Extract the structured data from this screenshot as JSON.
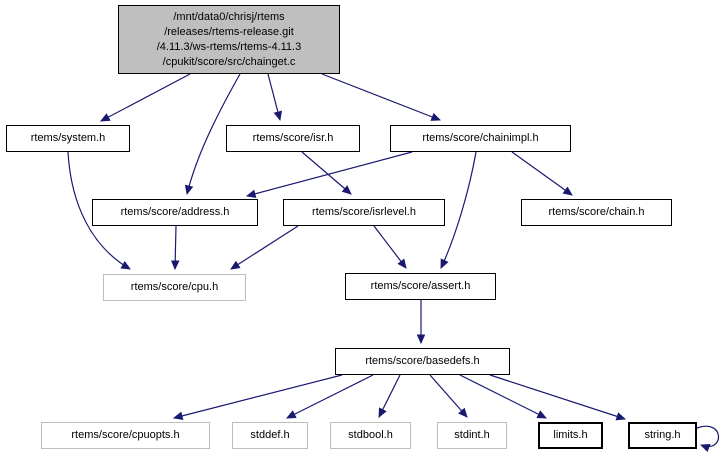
{
  "diagram": {
    "kind": "include-dependency-graph",
    "root": {
      "id": "chainget.c",
      "label_lines": [
        "/mnt/data0/chrisj/rtems",
        "/releases/rtems-release.git",
        "/4.11.3/ws-rtems/rtems-4.11.3",
        "/cpukit/score/src/chainget.c"
      ]
    },
    "nodes": [
      {
        "id": "rtems/system.h",
        "label": "rtems/system.h"
      },
      {
        "id": "rtems/score/isr.h",
        "label": "rtems/score/isr.h"
      },
      {
        "id": "rtems/score/chainimpl.h",
        "label": "rtems/score/chainimpl.h"
      },
      {
        "id": "rtems/score/address.h",
        "label": "rtems/score/address.h"
      },
      {
        "id": "rtems/score/isrlevel.h",
        "label": "rtems/score/isrlevel.h"
      },
      {
        "id": "rtems/score/chain.h",
        "label": "rtems/score/chain.h"
      },
      {
        "id": "rtems/score/cpu.h",
        "label": "rtems/score/cpu.h"
      },
      {
        "id": "rtems/score/assert.h",
        "label": "rtems/score/assert.h"
      },
      {
        "id": "rtems/score/basedefs.h",
        "label": "rtems/score/basedefs.h"
      },
      {
        "id": "rtems/score/cpuopts.h",
        "label": "rtems/score/cpuopts.h"
      },
      {
        "id": "stddef.h",
        "label": "stddef.h"
      },
      {
        "id": "stdbool.h",
        "label": "stdbool.h"
      },
      {
        "id": "stdint.h",
        "label": "stdint.h"
      },
      {
        "id": "limits.h",
        "label": "limits.h"
      },
      {
        "id": "string.h",
        "label": "string.h"
      }
    ],
    "edges": [
      {
        "from": "chainget.c",
        "to": "rtems/system.h"
      },
      {
        "from": "chainget.c",
        "to": "rtems/score/address.h"
      },
      {
        "from": "chainget.c",
        "to": "rtems/score/isr.h"
      },
      {
        "from": "chainget.c",
        "to": "rtems/score/chainimpl.h"
      },
      {
        "from": "rtems/system.h",
        "to": "rtems/score/cpu.h"
      },
      {
        "from": "rtems/score/isr.h",
        "to": "rtems/score/isrlevel.h"
      },
      {
        "from": "rtems/score/chainimpl.h",
        "to": "rtems/score/address.h"
      },
      {
        "from": "rtems/score/chainimpl.h",
        "to": "rtems/score/chain.h"
      },
      {
        "from": "rtems/score/chainimpl.h",
        "to": "rtems/score/assert.h"
      },
      {
        "from": "rtems/score/address.h",
        "to": "rtems/score/cpu.h"
      },
      {
        "from": "rtems/score/isrlevel.h",
        "to": "rtems/score/cpu.h"
      },
      {
        "from": "rtems/score/isrlevel.h",
        "to": "rtems/score/assert.h"
      },
      {
        "from": "rtems/score/assert.h",
        "to": "rtems/score/basedefs.h"
      },
      {
        "from": "rtems/score/basedefs.h",
        "to": "rtems/score/cpuopts.h"
      },
      {
        "from": "rtems/score/basedefs.h",
        "to": "stddef.h"
      },
      {
        "from": "rtems/score/basedefs.h",
        "to": "stdbool.h"
      },
      {
        "from": "rtems/score/basedefs.h",
        "to": "stdint.h"
      },
      {
        "from": "rtems/score/basedefs.h",
        "to": "limits.h"
      },
      {
        "from": "rtems/score/basedefs.h",
        "to": "string.h"
      },
      {
        "from": "string.h",
        "to": "string.h"
      }
    ]
  },
  "colors": {
    "edge": "#191970",
    "node_border": "#000000",
    "leaf_border": "#bdbdbd",
    "root_fill": "#bfbfbf",
    "node_fill": "#ffffff",
    "text": "#000000",
    "background": "#ffffff"
  }
}
